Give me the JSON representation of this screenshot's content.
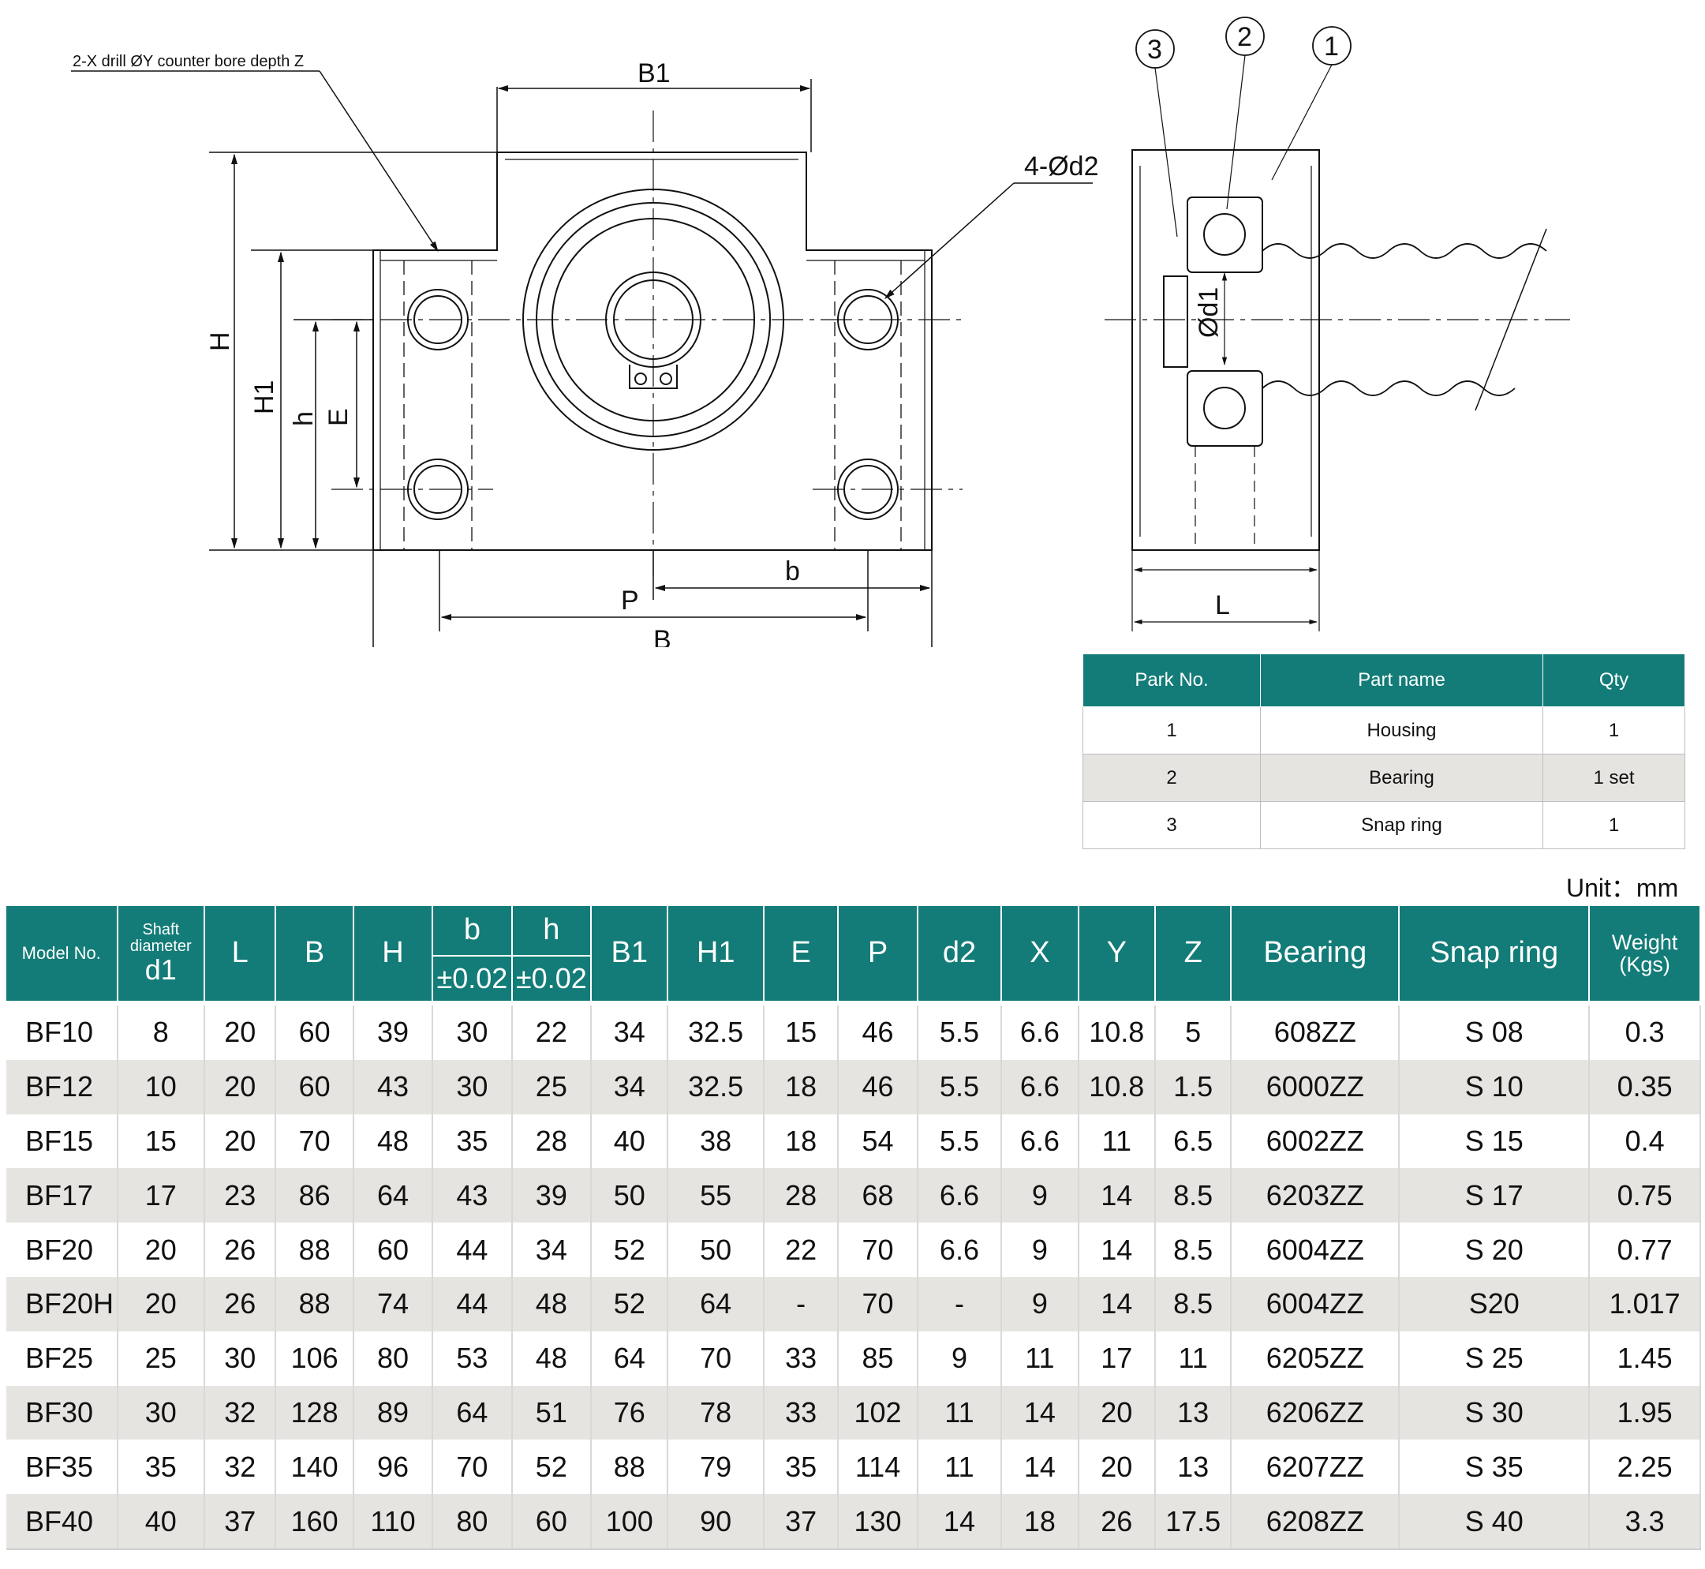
{
  "drawing": {
    "callout_note": "2-X drill ØY counter bore depth Z",
    "hole_label": "4-Ød2",
    "shaft_label": "Ød1",
    "dim_labels": {
      "B1": "B1",
      "H": "H",
      "H1": "H1",
      "h": "h",
      "E": "E",
      "b": "b",
      "P": "P",
      "B": "B",
      "L": "L"
    },
    "part_callouts": [
      "3",
      "2",
      "1"
    ]
  },
  "parts_table": {
    "headers": [
      "Park No.",
      "Part name",
      "Qty"
    ],
    "rows": [
      [
        "1",
        "Housing",
        "1"
      ],
      [
        "2",
        "Bearing",
        "1 set"
      ],
      [
        "3",
        "Snap ring",
        "1"
      ]
    ]
  },
  "unit_label": "Unit：mm",
  "spec_table": {
    "headers": {
      "model": "Model No.",
      "shaft_top": "Shaft diameter",
      "shaft_sym": "d1",
      "L": "L",
      "B": "B",
      "H": "H",
      "b": "b",
      "b_tol": "±0.02",
      "h": "h",
      "h_tol": "±0.02",
      "B1": "B1",
      "H1": "H1",
      "E": "E",
      "P": "P",
      "d2": "d2",
      "X": "X",
      "Y": "Y",
      "Z": "Z",
      "bearing": "Bearing",
      "snap": "Snap ring",
      "weight": "Weight (Kgs)"
    },
    "rows": [
      [
        "BF10",
        "8",
        "20",
        "60",
        "39",
        "30",
        "22",
        "34",
        "32.5",
        "15",
        "46",
        "5.5",
        "6.6",
        "10.8",
        "5",
        "608ZZ",
        "S 08",
        "0.3"
      ],
      [
        "BF12",
        "10",
        "20",
        "60",
        "43",
        "30",
        "25",
        "34",
        "32.5",
        "18",
        "46",
        "5.5",
        "6.6",
        "10.8",
        "1.5",
        "6000ZZ",
        "S 10",
        "0.35"
      ],
      [
        "BF15",
        "15",
        "20",
        "70",
        "48",
        "35",
        "28",
        "40",
        "38",
        "18",
        "54",
        "5.5",
        "6.6",
        "11",
        "6.5",
        "6002ZZ",
        "S 15",
        "0.4"
      ],
      [
        "BF17",
        "17",
        "23",
        "86",
        "64",
        "43",
        "39",
        "50",
        "55",
        "28",
        "68",
        "6.6",
        "9",
        "14",
        "8.5",
        "6203ZZ",
        "S 17",
        "0.75"
      ],
      [
        "BF20",
        "20",
        "26",
        "88",
        "60",
        "44",
        "34",
        "52",
        "50",
        "22",
        "70",
        "6.6",
        "9",
        "14",
        "8.5",
        "6004ZZ",
        "S 20",
        "0.77"
      ],
      [
        "BF20H",
        "20",
        "26",
        "88",
        "74",
        "44",
        "48",
        "52",
        "64",
        "-",
        "70",
        "-",
        "9",
        "14",
        "8.5",
        "6004ZZ",
        "S20",
        "1.017"
      ],
      [
        "BF25",
        "25",
        "30",
        "106",
        "80",
        "53",
        "48",
        "64",
        "70",
        "33",
        "85",
        "9",
        "11",
        "17",
        "11",
        "6205ZZ",
        "S 25",
        "1.45"
      ],
      [
        "BF30",
        "30",
        "32",
        "128",
        "89",
        "64",
        "51",
        "76",
        "78",
        "33",
        "102",
        "11",
        "14",
        "20",
        "13",
        "6206ZZ",
        "S 30",
        "1.95"
      ],
      [
        "BF35",
        "35",
        "32",
        "140",
        "96",
        "70",
        "52",
        "88",
        "79",
        "35",
        "114",
        "11",
        "14",
        "20",
        "13",
        "6207ZZ",
        "S 35",
        "2.25"
      ],
      [
        "BF40",
        "40",
        "37",
        "160",
        "110",
        "80",
        "60",
        "100",
        "90",
        "37",
        "130",
        "14",
        "18",
        "26",
        "17.5",
        "6208ZZ",
        "S 40",
        "3.3"
      ]
    ]
  }
}
